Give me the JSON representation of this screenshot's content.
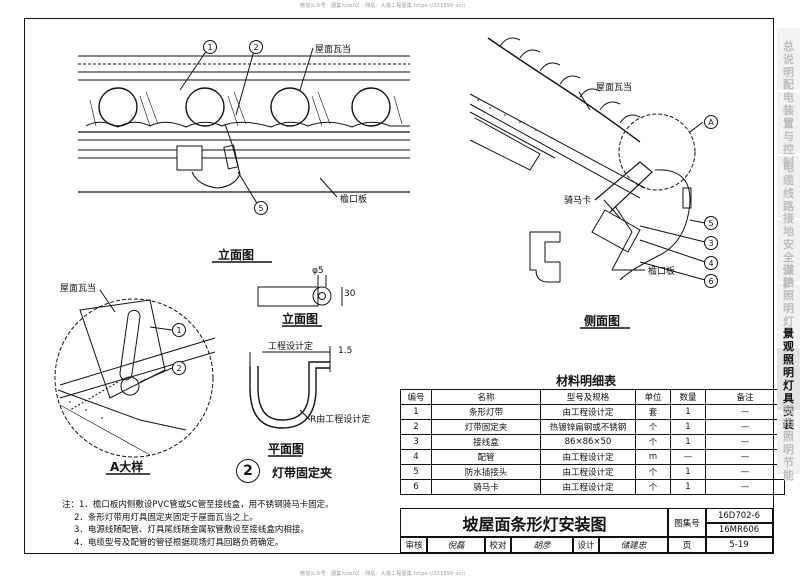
{
  "watermark": "微信公众号：图集luoxful · 网站：大疆工程图集 https://321999.vcr/",
  "sidebar": [
    {
      "label": "总说明",
      "active": false
    },
    {
      "label": "配电装置与控制",
      "active": false
    },
    {
      "label": "电缆线路",
      "active": false
    },
    {
      "label": "接地安全保护",
      "active": false
    },
    {
      "label": "道路照明灯具安装",
      "active": false
    },
    {
      "label": "景观照明灯具安装",
      "active": true
    },
    {
      "label": "城市照明节能",
      "active": false
    }
  ],
  "views": {
    "elevation": {
      "title": "立面图",
      "roof_tile": "屋面瓦当",
      "eave_board": "檐口板",
      "callouts": [
        "1",
        "2",
        "5"
      ]
    },
    "side": {
      "title": "侧面图",
      "roof_tile": "屋面瓦当",
      "saddle_clip": "骑马卡",
      "eave_board": "檐口板",
      "detail_ref": "A",
      "callouts": [
        "5",
        "3",
        "4",
        "6"
      ]
    },
    "detail_a": {
      "title": "A大样",
      "roof_tile": "屋面瓦当",
      "callouts": [
        "1",
        "2"
      ]
    },
    "clip": {
      "number": "2",
      "title": "灯带固定夹",
      "elevation_title": "立面图",
      "plan_title": "平面图",
      "diameter": "φ5",
      "height": "30",
      "thickness": "1.5",
      "design_note": "工程设计定",
      "radius_note": "R由工程设计定"
    }
  },
  "materials": {
    "title": "材料明细表",
    "headers": [
      "编号",
      "名称",
      "型号及规格",
      "单位",
      "数量",
      "备注"
    ],
    "rows": [
      [
        "1",
        "条形灯带",
        "由工程设计定",
        "套",
        "1",
        "—"
      ],
      [
        "2",
        "灯带固定夹",
        "热镀锌扁钢或不锈钢",
        "个",
        "1",
        "—"
      ],
      [
        "3",
        "接线盒",
        "86×86×50",
        "个",
        "1",
        "—"
      ],
      [
        "4",
        "配管",
        "由工程设计定",
        "m",
        "—",
        "—"
      ],
      [
        "5",
        "防水插接头",
        "由工程设计定",
        "个",
        "1",
        "—"
      ],
      [
        "6",
        "骑马卡",
        "由工程设计定",
        "个",
        "1",
        "—"
      ]
    ]
  },
  "notes": [
    "注：1．檐口板内侧敷设PVC管或SC管至接线盒，用不锈钢骑马卡固定。",
    "2．条形灯带用灯具固定夹固定于屋面瓦当之上。",
    "3．电源线随配管、灯具尾线随金属软管敷设至接线盒内相接。",
    "4．电缆型号及配管的管径根据现场灯具回路负荷确定。"
  ],
  "titleblock": {
    "title": "坡屋面条形灯安装图",
    "atlas_label": "图集号",
    "atlas_no_1": "16D702-6",
    "atlas_no_2": "16MR606",
    "page_label": "页",
    "page_no": "5-19",
    "signatures": [
      "审核",
      "倪磊",
      "校对",
      "胡彦",
      "设计",
      "储建忠"
    ]
  }
}
